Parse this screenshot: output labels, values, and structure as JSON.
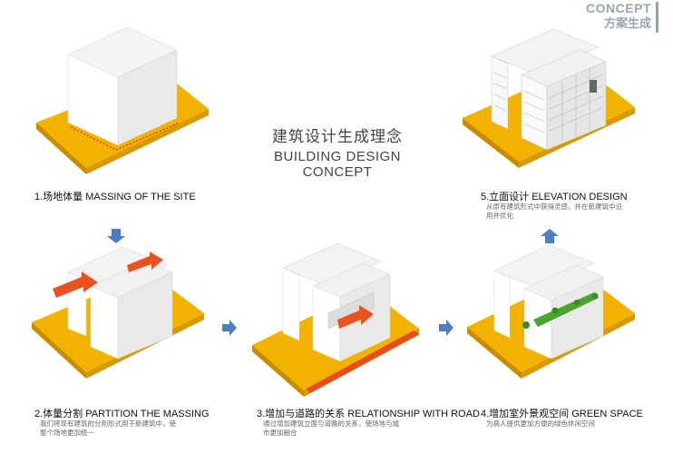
{
  "header": {
    "concept_en": "CONCEPT",
    "concept_cn": "方案生成"
  },
  "title": {
    "cn": "建筑设计生成理念",
    "en": "BUILDING DESIGN CONCEPT"
  },
  "steps": [
    {
      "label": "1.场地体量 MASSING OF THE SITE",
      "desc": ""
    },
    {
      "label": "2.体量分割  PARTITION THE MASSING",
      "desc_lines": [
        "我们将现有建筑的分割形式用于新建筑中，使",
        "整个场地更加统一"
      ]
    },
    {
      "label": "3.增加与道路的关系 RELATIONSHIP WITH ROAD",
      "desc_lines": [
        "通过增加建筑立面与道路的关系，使场地与城",
        "市更加融合"
      ]
    },
    {
      "label": "4.增加室外景观空间 GREEN SPACE",
      "desc_lines": [
        "为病人提供更加方便的绿色休闲空间"
      ]
    },
    {
      "label": "5.立面设计 ELEVATION DESIGN",
      "desc_lines": [
        "从原有建筑形式中获得灵感，并在新建筑中沿",
        "用并优化"
      ]
    }
  ],
  "colors": {
    "site": "#f2b300",
    "site_dark": "#c98c00",
    "arrow_red": "#e8531f",
    "arrow_blue": "#4a7fc1",
    "road_red": "#e84b1f",
    "green": "#4aa52e",
    "accent_grey": "#9aa6ad"
  },
  "icons": [
    "arrow-down-icon",
    "arrow-right-icon",
    "arrow-up-icon"
  ]
}
